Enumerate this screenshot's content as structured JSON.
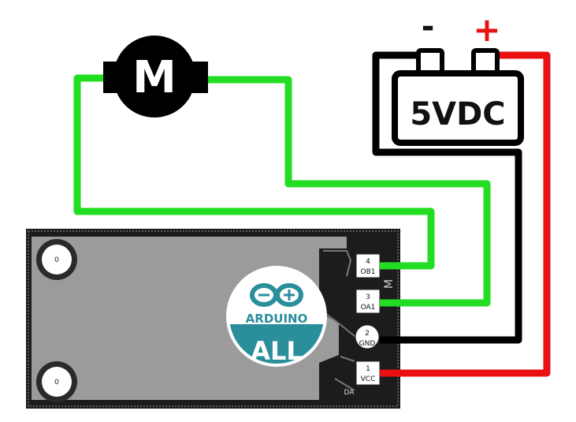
{
  "motor": {
    "label": "M"
  },
  "battery": {
    "label": "5VDC",
    "neg_symbol": "-",
    "pos_symbol": "+"
  },
  "module": {
    "mount_holes": [
      "0",
      "0"
    ],
    "pins": [
      {
        "num": "4",
        "name": "OB1"
      },
      {
        "num": "3",
        "name": "OA1"
      },
      {
        "num": "2",
        "name": "GND"
      },
      {
        "num": "1",
        "name": "VCC"
      }
    ],
    "small_label": "DA",
    "side_label": "M"
  },
  "logo": {
    "brand": "ARDUINO",
    "sub": "ALL"
  },
  "colors": {
    "wire_motor": "#22dd22",
    "wire_power_pos": "#e81010",
    "wire_power_neg": "#000000",
    "board": "#1e1e1e",
    "board_area": "#9a9a9a",
    "logo_teal": "#2a8f9b",
    "plus_red": "#e81010"
  }
}
